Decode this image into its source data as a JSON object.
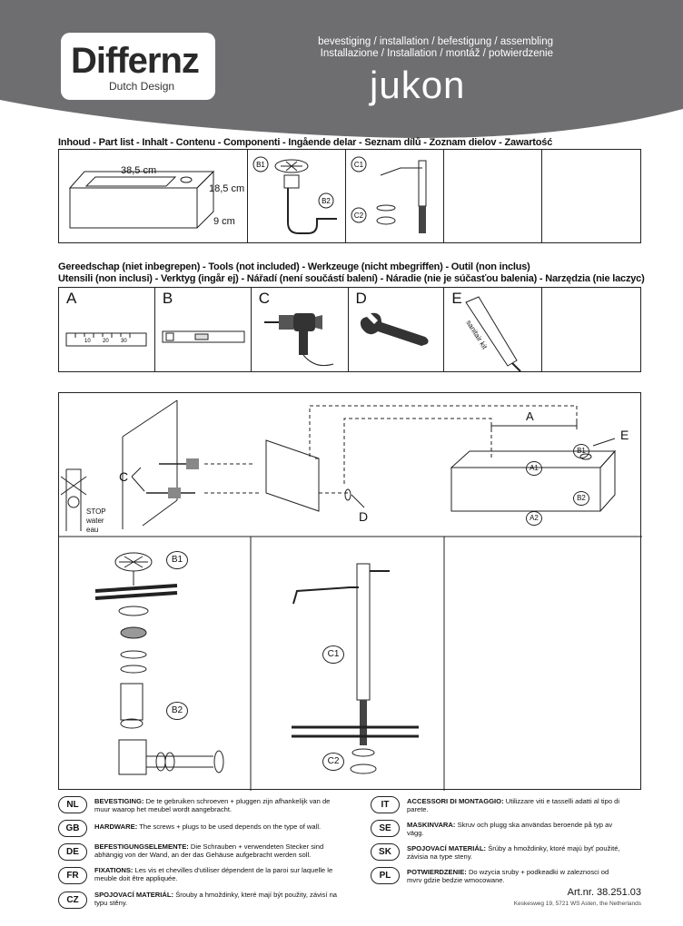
{
  "header": {
    "brand": "Differnz",
    "tagline": "Dutch Design",
    "subtitle_line1": "bevestiging / installation / befestigung / assembling",
    "subtitle_line2": "Installazione / Installation / montáž / potwierdzenie",
    "product": "jukon"
  },
  "parts": {
    "title": "Inhoud - Part list - Inhalt - Contenu - Componenti - Ingående delar - Seznam dílů - Zoznam dielov - Zawartość",
    "width_label": "38,5 cm",
    "depth_label": "18,5 cm",
    "height_label": "9 cm",
    "labels": [
      "B1",
      "B2",
      "C1",
      "C2"
    ]
  },
  "tools": {
    "title_line1": "Gereedschap (niet inbegrepen) - Tools (not included) -  Werkzeuge (nicht mbegriffen) - Outil (non inclus)",
    "title_line2": "Utensili (non inclusi) - Verktyg (ingår ej) - Nářadí (není součástí balení) - Náradie (nie je súčasťou balenia) - Narzędzia (nie laczyc)",
    "letters": [
      "A",
      "B",
      "C",
      "D",
      "E"
    ],
    "ruler_ticks": [
      "10",
      "20",
      "30"
    ],
    "sanitair_text": "sanitair kit"
  },
  "assembly": {
    "dim_a": "A",
    "label_c": "C",
    "label_d": "D",
    "label_e": "E",
    "stop_line1": "STOP",
    "stop_line2": "water",
    "stop_line3": "eau",
    "callouts": [
      "B1",
      "A1",
      "B2",
      "A2"
    ]
  },
  "detail": {
    "b1": "B1",
    "b2": "B2",
    "c1": "C1",
    "c2": "C2"
  },
  "notes": [
    {
      "lang": "NL",
      "title": "BEVESTIGING:",
      "text": "De te gebruiken schroeven + pluggen zijn afhankelijk van de muur waarop het meubel wordt aangebracht."
    },
    {
      "lang": "GB",
      "title": "HARDWARE:",
      "text": "The screws + plugs to be used depends on the type of wall."
    },
    {
      "lang": "DE",
      "title": "BEFESTIGUNGSELEMENTE:",
      "text": "Die Schrauben + verwendeten Stecker sind abhängig von der Wand, an der das Gehäuse aufgebracht werden soll."
    },
    {
      "lang": "FR",
      "title": "FIXATIONS:",
      "text": "Les vis et chevilles d'utiliser dépendent de la paroi sur laquelle le meuble doit être appliquée."
    },
    {
      "lang": "CZ",
      "title": "SPOJOVACÍ MATERIÁL:",
      "text": "Šrouby a hmoždinky, které mají být použity, závisí na typu stěny."
    },
    {
      "lang": "IT",
      "title": "ACCESSORI DI MONTAGGIO:",
      "text": "Utilizzare viti e tasselli adatti al tipo di parete."
    },
    {
      "lang": "SE",
      "title": "MASKINVARA:",
      "text": "Skruv och plugg ska användas beroende på typ av vägg."
    },
    {
      "lang": "SK",
      "title": "SPOJOVACÍ MATERIÁL:",
      "text": "Šrúby a hmoždinky, ktoré majú byť použité, závisia na type steny."
    },
    {
      "lang": "PL",
      "title": "POTWIERDZENIE:",
      "text": "Do wzycia sruby + podkeadki w zaleznosci od mvrv gdzie bedzie wmocowane."
    }
  ],
  "footer": {
    "artnr": "Art.nr. 38.251.03",
    "address": "Keskesweg 19, 5721 WS  Asten, the Netherlands"
  },
  "colors": {
    "header_bg": "#6e6e70",
    "text": "#111111",
    "line": "#222222"
  }
}
